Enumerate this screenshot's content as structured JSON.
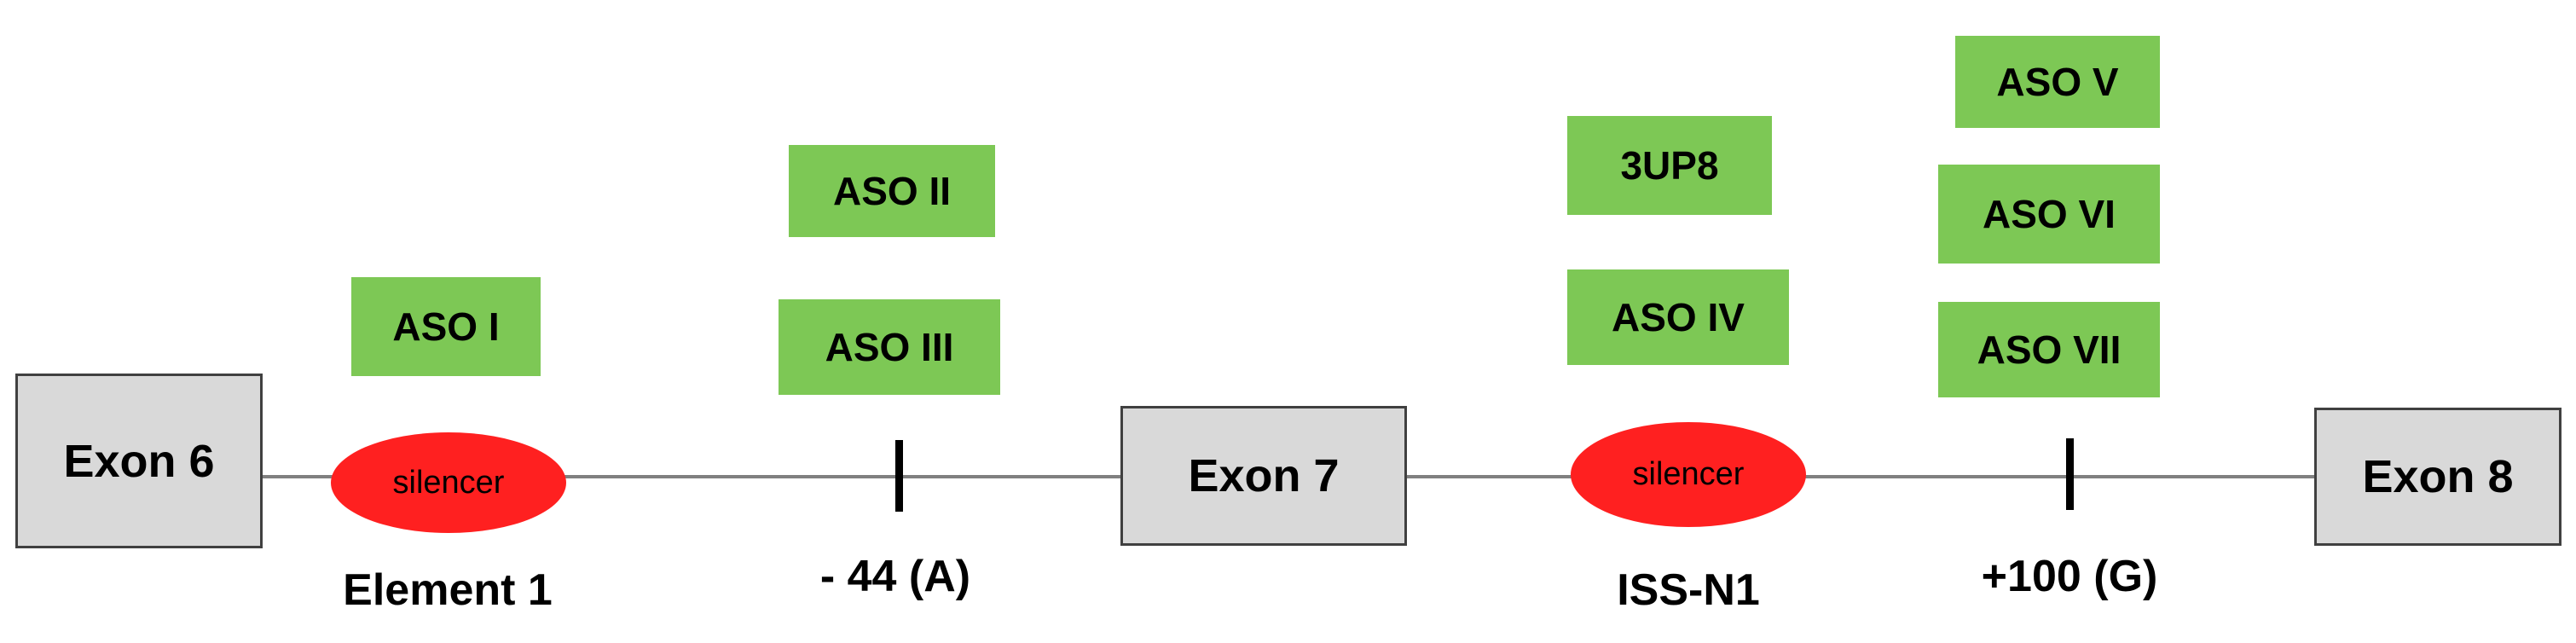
{
  "exons": [
    {
      "id": "exon6",
      "label": "Exon 6"
    },
    {
      "id": "exon7",
      "label": "Exon 7"
    },
    {
      "id": "exon8",
      "label": "Exon 8"
    }
  ],
  "silencers": [
    {
      "label": "silencer",
      "name": "Element 1"
    },
    {
      "label": "silencer",
      "name": "ISS-N1"
    }
  ],
  "markers": [
    {
      "label": "- 44 (A)"
    },
    {
      "label": "+100 (G)"
    }
  ],
  "asos": [
    {
      "label": "ASO I"
    },
    {
      "label": "ASO II"
    },
    {
      "label": "ASO III"
    },
    {
      "label": "3UP8"
    },
    {
      "label": "ASO IV"
    },
    {
      "label": "ASO V"
    },
    {
      "label": "ASO VI"
    },
    {
      "label": "ASO VII"
    }
  ],
  "colors": {
    "aso_fill": "#7dc855",
    "silencer_fill": "#ff2020",
    "exon_fill": "#d9d9d9",
    "backbone": "#808080"
  }
}
